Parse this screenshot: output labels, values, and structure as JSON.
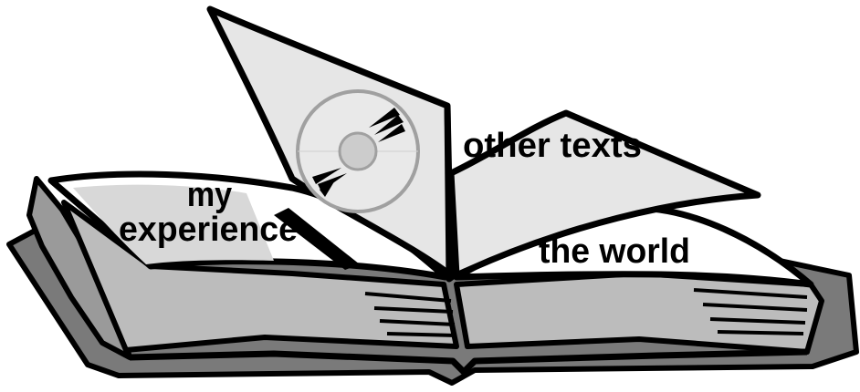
{
  "labels": {
    "my": "my",
    "experience": "experience",
    "other_texts": "other texts",
    "the_world": "the world"
  },
  "icons": {
    "disc": "cd-disc-icon"
  },
  "colors": {
    "ink": "#000000",
    "shadow": "#7a7a7a",
    "page_gray": "#b8b8b8",
    "page_light": "#e6e6e6",
    "paper": "#ffffff",
    "disc_rim": "#a0a0a0"
  }
}
